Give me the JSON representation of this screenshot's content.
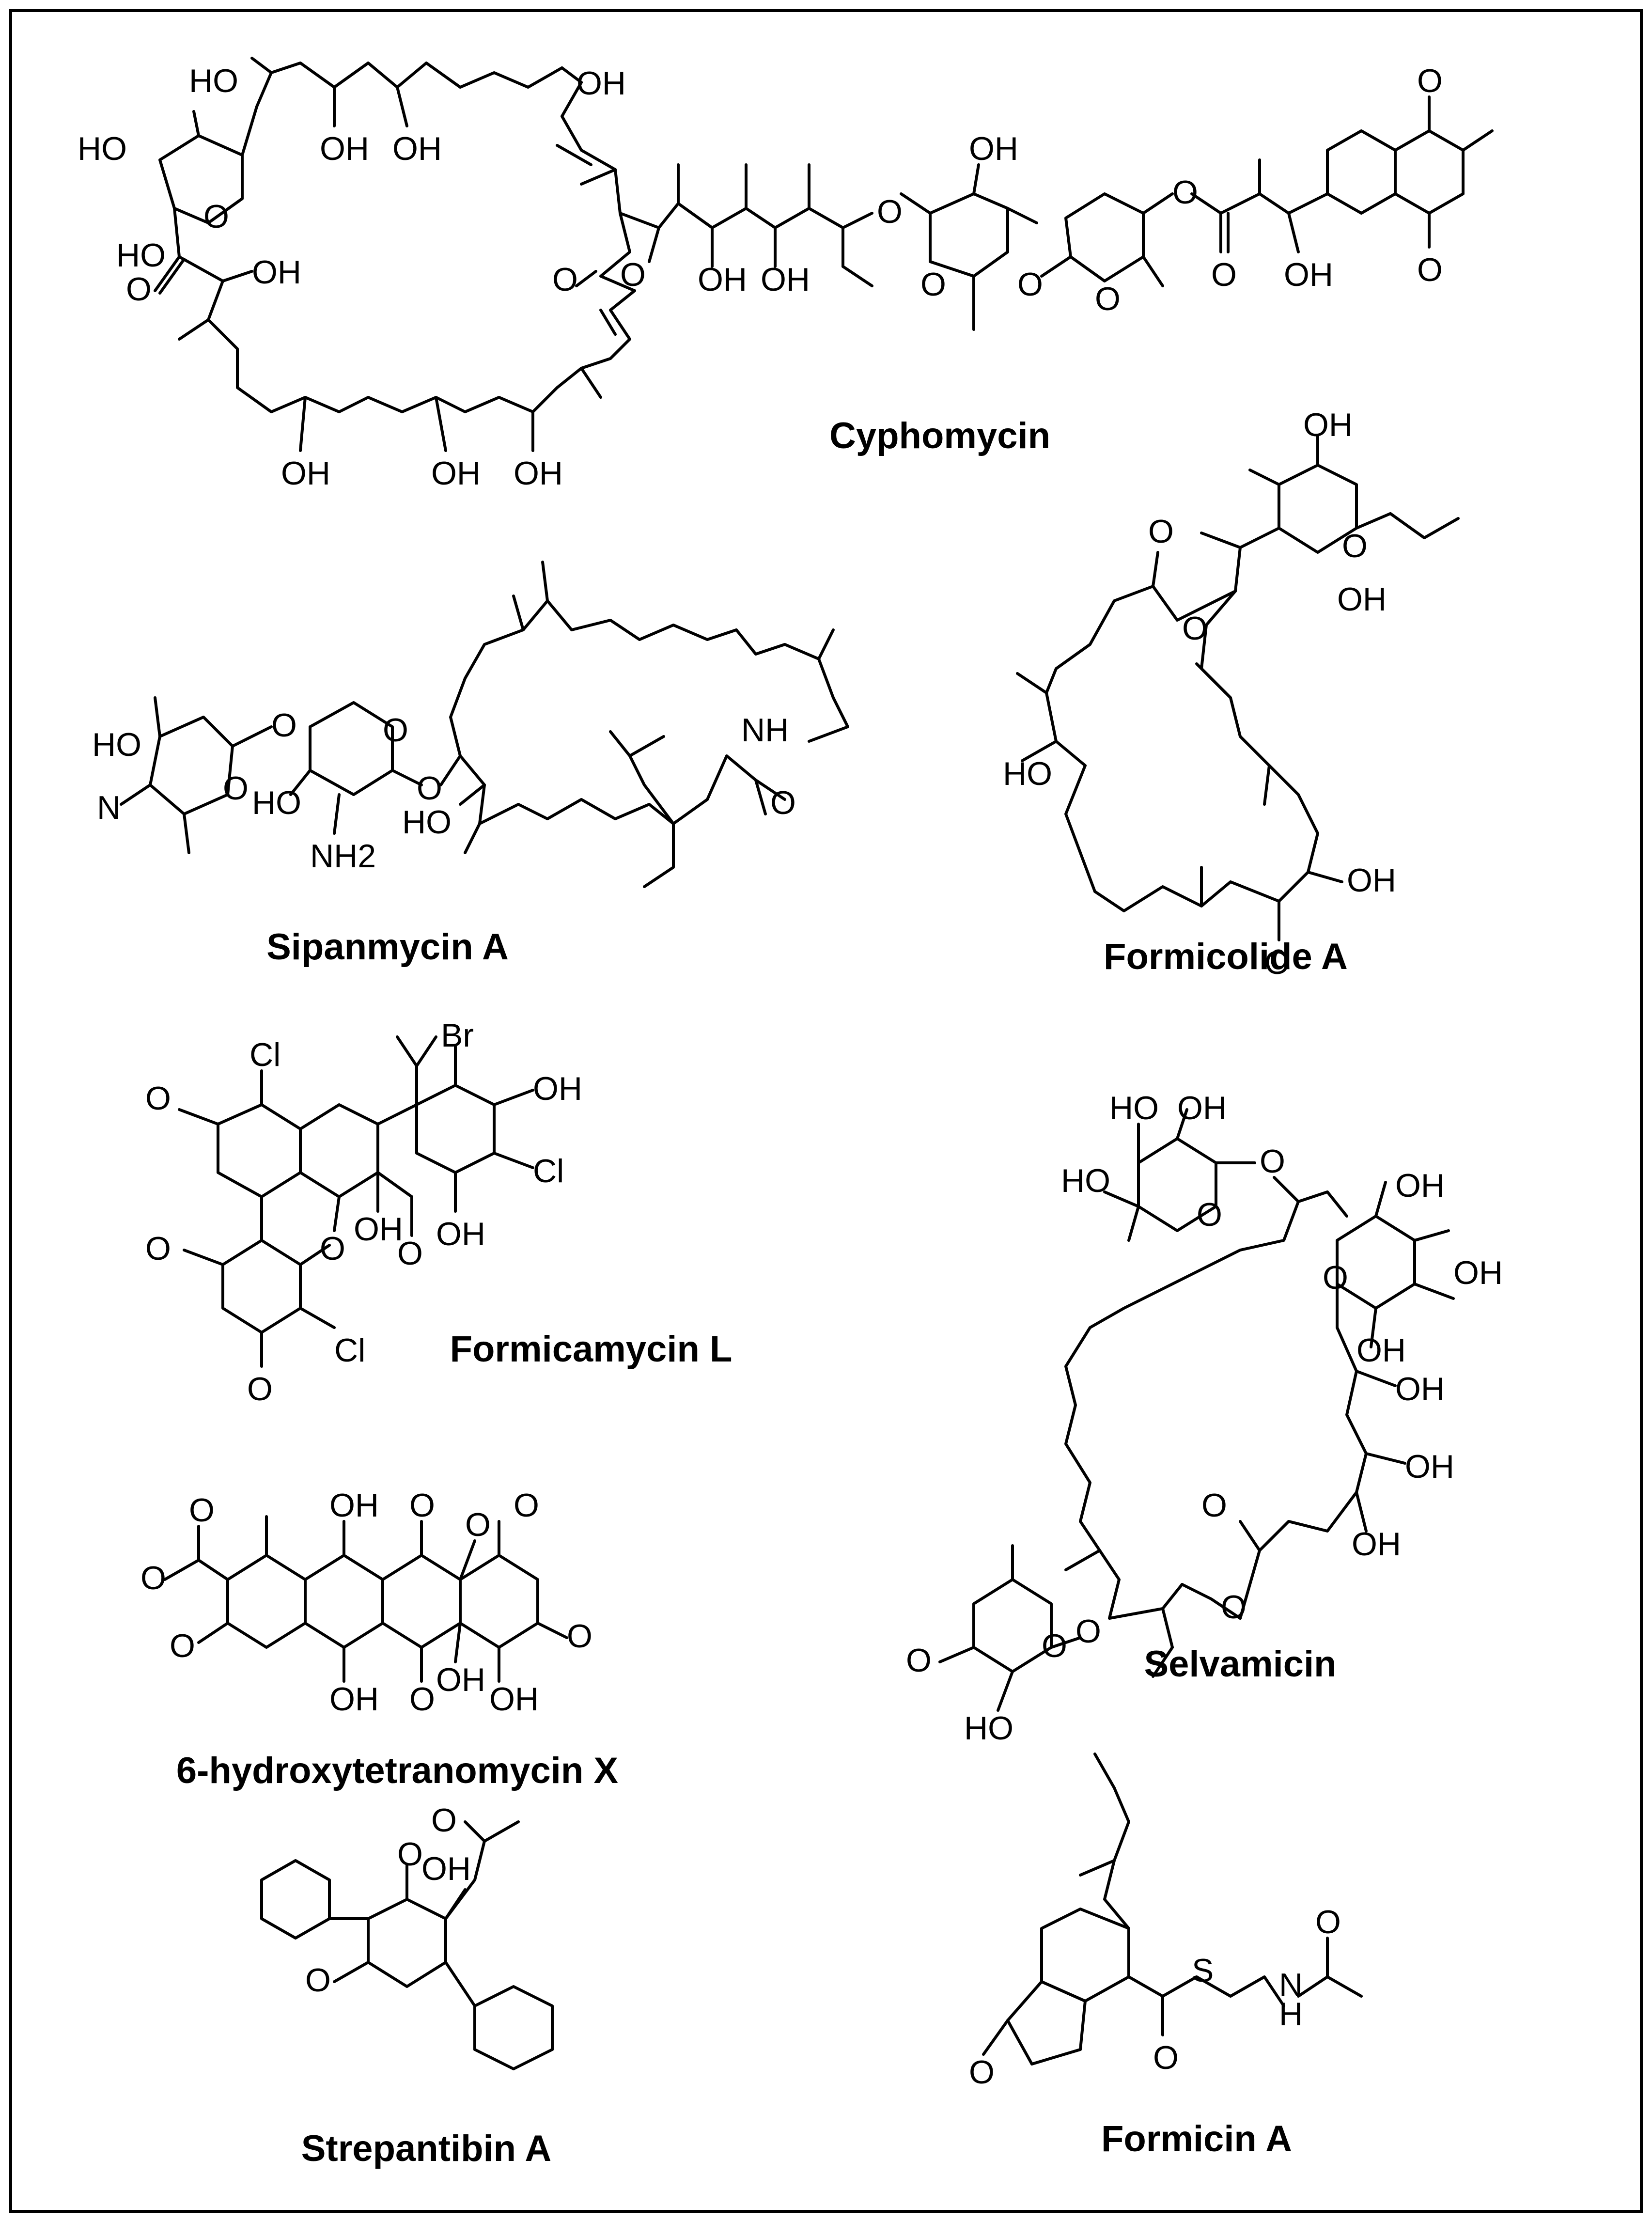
{
  "compounds": [
    {
      "name": "Cyphomycin"
    },
    {
      "name": "Sipanmycin A"
    },
    {
      "name": "Formicolide A"
    },
    {
      "name": "Formicamycin L"
    },
    {
      "name": "Selvamicin"
    },
    {
      "name": "6-hydroxytetranomycin X"
    },
    {
      "name": "Strepantibin A"
    },
    {
      "name": "Formicin A"
    }
  ],
  "atoms": {
    "oh": "OH",
    "ho": "HO",
    "o": "O",
    "nh": "NH",
    "nh2": "NH2",
    "n": "N",
    "cl": "Cl",
    "br": "Br",
    "s": "S",
    "h": "H"
  },
  "colors": {
    "ink": "#000000",
    "background": "#ffffff"
  }
}
